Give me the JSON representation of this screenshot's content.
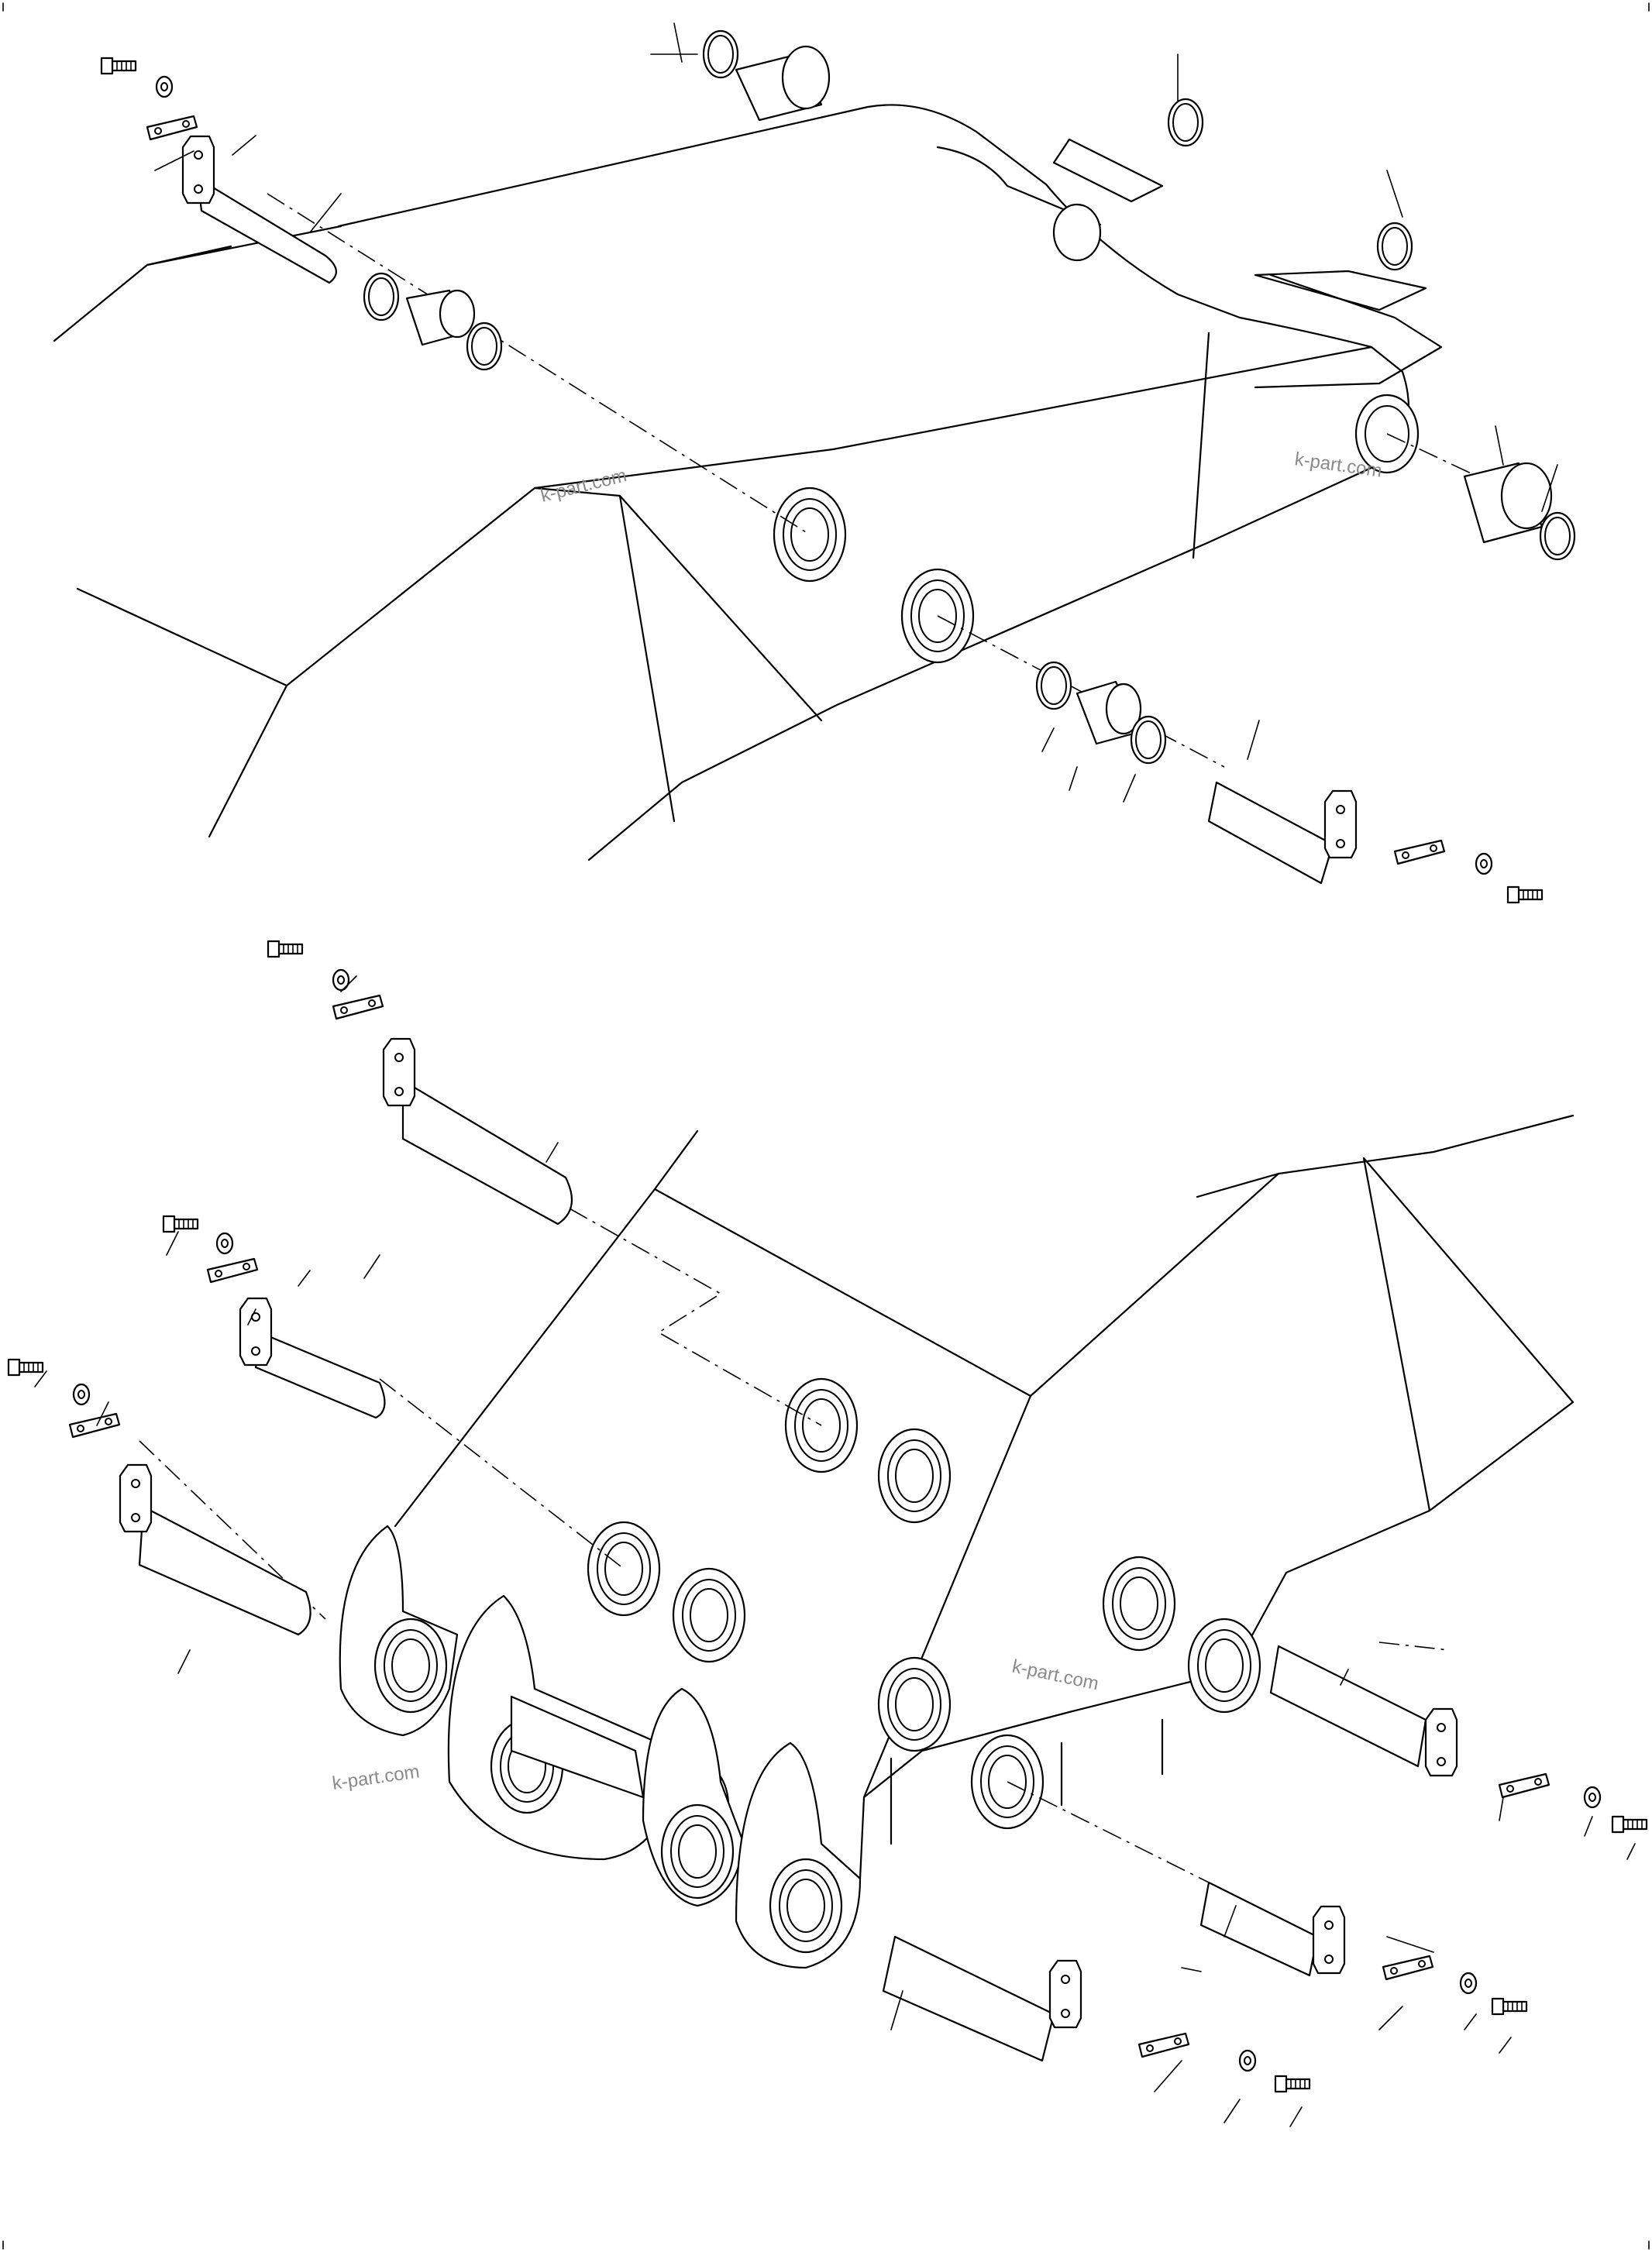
{
  "watermarks": {
    "upper_left": "k-part.com",
    "upper_right": "k-part.com",
    "lower_center": "k-part.com",
    "lower_left": "k-part.com"
  },
  "colors": {
    "line": "#000000",
    "background": "#ffffff",
    "watermark": "#8a8a8a"
  }
}
